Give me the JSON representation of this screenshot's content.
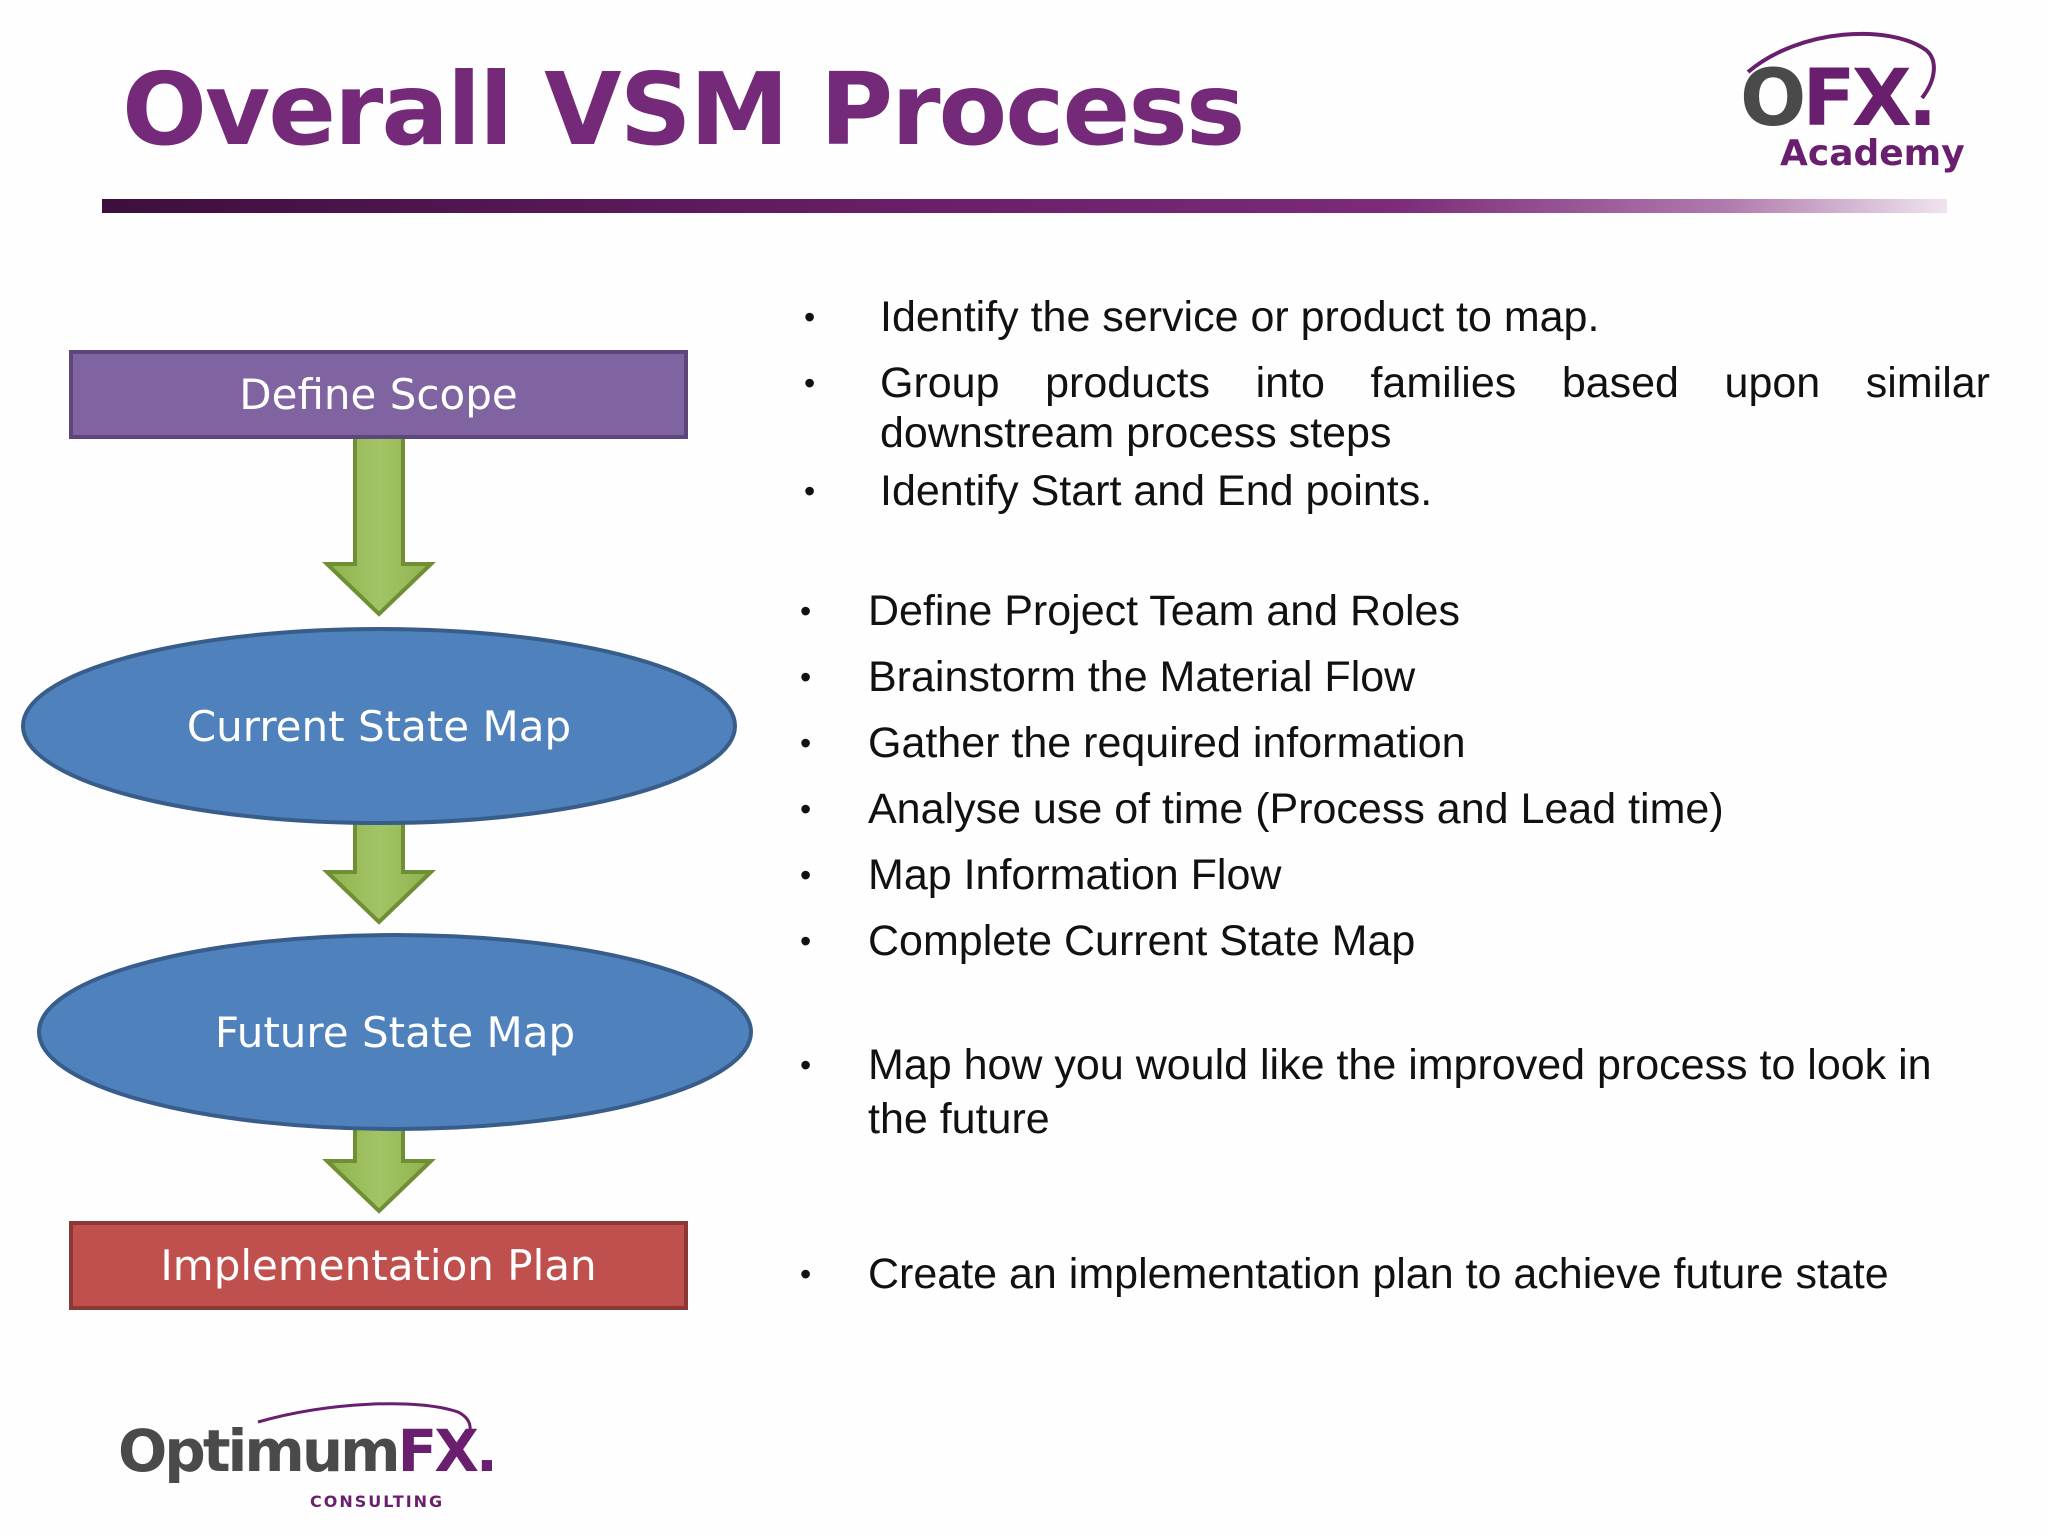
{
  "title": "Overall VSM Process",
  "logos": {
    "ofx": {
      "letters_left": "O",
      "letters_right": "FX.",
      "subtitle": "Academy"
    },
    "optimumfx": {
      "name_left": "Optimum",
      "name_right": "FX.",
      "subtitle": "CONSULTING"
    }
  },
  "colors": {
    "title": "#742a78",
    "rule_dark": "#3c0f3c",
    "rule_light": "#efe4ee",
    "scope_fill": "#8064a2",
    "map_fill": "#4f81bd",
    "plan_fill": "#c0504d",
    "arrow_fill": "#9bbb59"
  },
  "flowchart": {
    "nodes": [
      {
        "id": "define-scope",
        "shape": "rectangle",
        "label": "Define Scope"
      },
      {
        "id": "current-state-map",
        "shape": "ellipse",
        "label": "Current State Map"
      },
      {
        "id": "future-state-map",
        "shape": "ellipse",
        "label": "Future State Map"
      },
      {
        "id": "implementation-plan",
        "shape": "rectangle",
        "label": "Implementation Plan"
      }
    ],
    "edges": [
      {
        "from": "define-scope",
        "to": "current-state-map"
      },
      {
        "from": "current-state-map",
        "to": "future-state-map"
      },
      {
        "from": "future-state-map",
        "to": "implementation-plan"
      }
    ]
  },
  "bullet_groups": [
    {
      "step": "define-scope",
      "items": [
        "Identify the service or product to map.",
        "Group products into families based upon similar downstream process steps",
        "Identify Start and End points."
      ]
    },
    {
      "step": "current-state-map",
      "items": [
        "Define Project Team and Roles",
        "Brainstorm the Material Flow",
        "Gather the required information",
        "Analyse use of time (Process and Lead time)",
        "Map Information Flow",
        "Complete Current State Map"
      ]
    },
    {
      "step": "future-state-map",
      "items": [
        "Map how you would like the improved process to look in the future"
      ]
    },
    {
      "step": "implementation-plan",
      "items": [
        "Create an implementation plan to achieve future state"
      ]
    }
  ]
}
